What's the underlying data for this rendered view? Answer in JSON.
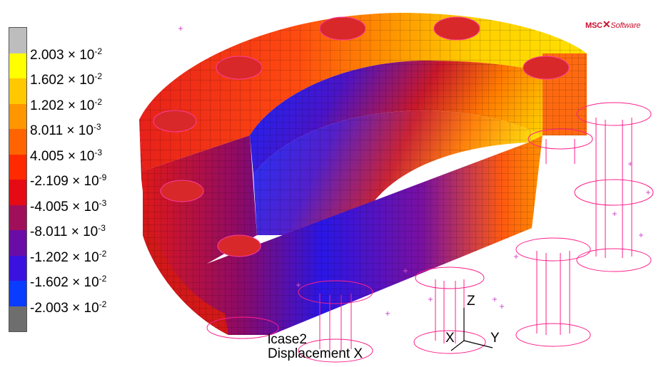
{
  "logo": {
    "brand": "MSC",
    "suffix": "Software"
  },
  "legend": {
    "colors": [
      "#bdbdbd",
      "#ffff00",
      "#ffc800",
      "#ff9600",
      "#ff6400",
      "#ff2a00",
      "#e60a14",
      "#a0105a",
      "#6a0ca6",
      "#3a12e0",
      "#0a3cff",
      "#6e6e6e"
    ],
    "levels": [
      {
        "mantissa": "2.003 × 10",
        "exponent": "-2"
      },
      {
        "mantissa": "1.602 × 10",
        "exponent": "-2"
      },
      {
        "mantissa": "1.202 × 10",
        "exponent": "-2"
      },
      {
        "mantissa": "8.011 × 10",
        "exponent": "-3"
      },
      {
        "mantissa": "4.005 × 10",
        "exponent": "-3"
      },
      {
        "mantissa": "-2.109 × 10",
        "exponent": "-9"
      },
      {
        "mantissa": "-4.005 × 10",
        "exponent": "-3"
      },
      {
        "mantissa": "-8.011 × 10",
        "exponent": "-3"
      },
      {
        "mantissa": "-1.202 × 10",
        "exponent": "-2"
      },
      {
        "mantissa": "-1.602 × 10",
        "exponent": "-2"
      },
      {
        "mantissa": "-2.003 × 10",
        "exponent": "-2"
      }
    ]
  },
  "result": {
    "case": "lcase2",
    "quantity": "Displacement X"
  },
  "axes": {
    "x": "X",
    "y": "Y",
    "z": "Z"
  }
}
